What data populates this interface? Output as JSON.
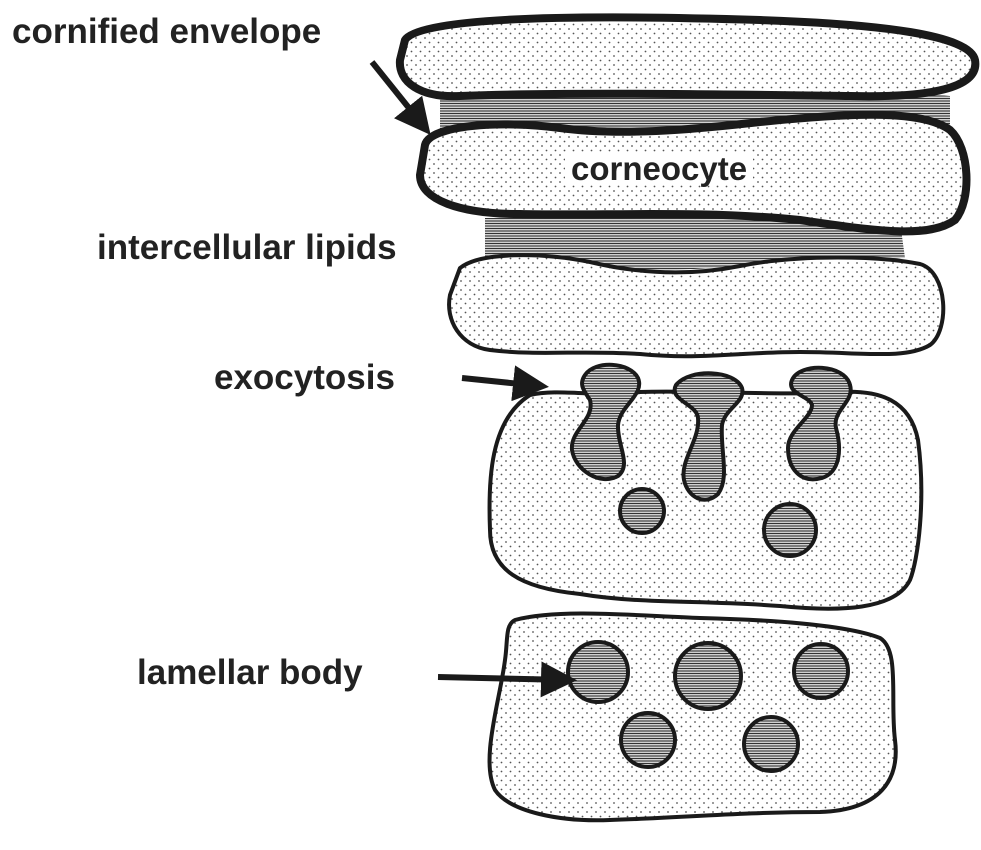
{
  "labels": {
    "cornified_envelope": "cornified envelope",
    "intercellular_lipids": "intercellular lipids",
    "exocytosis": "exocytosis",
    "lamellar_body": "lamellar body",
    "corneocyte": "corneocyte"
  },
  "colors": {
    "outline": "#1a1a1a",
    "cell_fill": "#ffffff",
    "lipid_fill": "#cfcfcf",
    "text": "#222222"
  }
}
